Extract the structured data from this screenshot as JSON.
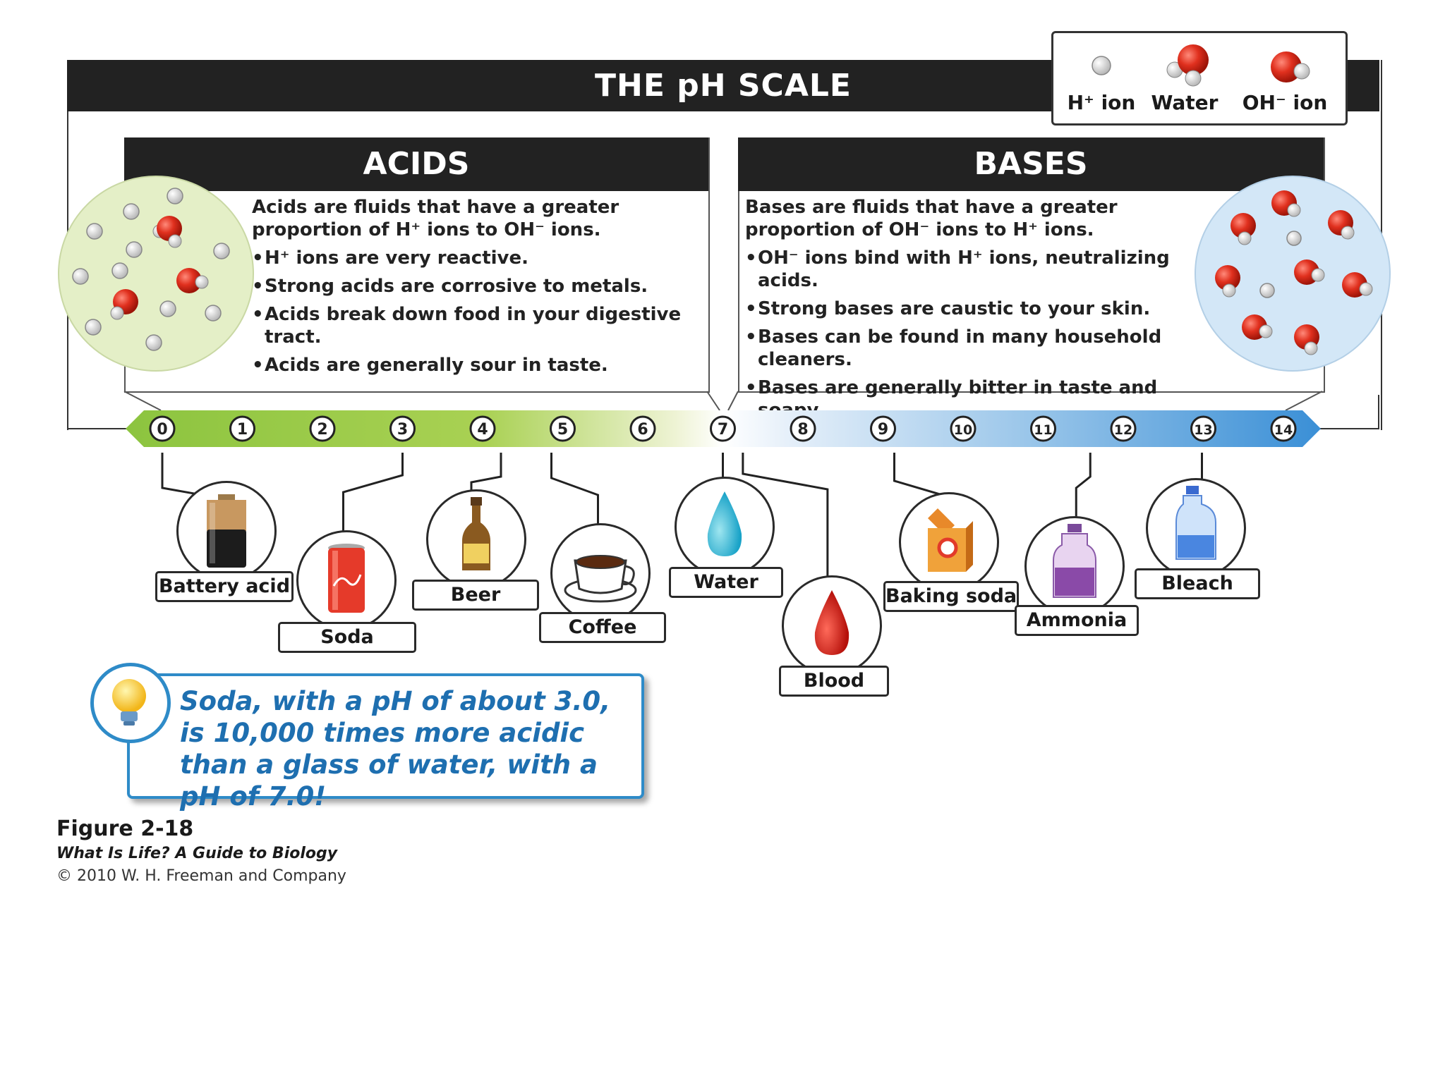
{
  "title": "THE pH SCALE",
  "legend": {
    "h_ion": "H⁺ ion",
    "water": "Water",
    "oh_ion": "OH⁻ ion"
  },
  "acids": {
    "heading": "ACIDS",
    "intro": "Acids are fluids that have a greater proportion of H⁺ ions to OH⁻ ions.",
    "bullets": [
      "H⁺ ions are very reactive.",
      "Strong acids are corrosive to metals.",
      "Acids break down food in your digestive tract.",
      "Acids are generally sour in taste."
    ]
  },
  "bases": {
    "heading": "BASES",
    "intro": "Bases are fluids that have a greater proportion of OH⁻ ions to H⁺ ions.",
    "bullets": [
      "OH⁻ ions bind with H⁺ ions, neutralizing acids.",
      "Strong bases are caustic to your skin.",
      "Bases can be found in many household cleaners.",
      "Bases are generally bitter in taste and soapy."
    ]
  },
  "scale": {
    "ticks": [
      "0",
      "1",
      "2",
      "3",
      "4",
      "5",
      "6",
      "7",
      "8",
      "9",
      "10",
      "11",
      "12",
      "13",
      "14"
    ]
  },
  "items": [
    {
      "label": "Battery acid",
      "ph": 0,
      "icon": "battery-icon"
    },
    {
      "label": "Soda",
      "ph": 3,
      "icon": "soda-can-icon"
    },
    {
      "label": "Beer",
      "ph": 4,
      "icon": "beer-bottle-icon"
    },
    {
      "label": "Coffee",
      "ph": 5,
      "icon": "coffee-cup-icon"
    },
    {
      "label": "Water",
      "ph": 7,
      "icon": "water-drop-icon"
    },
    {
      "label": "Blood",
      "ph": 7.4,
      "icon": "blood-drop-icon"
    },
    {
      "label": "Baking soda",
      "ph": 9,
      "icon": "baking-soda-box-icon"
    },
    {
      "label": "Ammonia",
      "ph": 11.5,
      "icon": "ammonia-bottle-icon"
    },
    {
      "label": "Bleach",
      "ph": 13,
      "icon": "bleach-jug-icon"
    }
  ],
  "callout": {
    "text": "Soda, with a pH of about 3.0, is 10,000 times more acidic than a glass of water, with a pH of 7.0!",
    "icon": "lightbulb-icon"
  },
  "figure": {
    "number": "Figure 2-18",
    "book": "What Is Life? A Guide to Biology",
    "copyright": "© 2010 W. H. Freeman and Company"
  },
  "colors": {
    "acid": "#8cc43f",
    "neutral": "#ffffff",
    "base": "#3a8fd6",
    "callout": "#2e8bc8",
    "water_red": "#e0301e"
  }
}
